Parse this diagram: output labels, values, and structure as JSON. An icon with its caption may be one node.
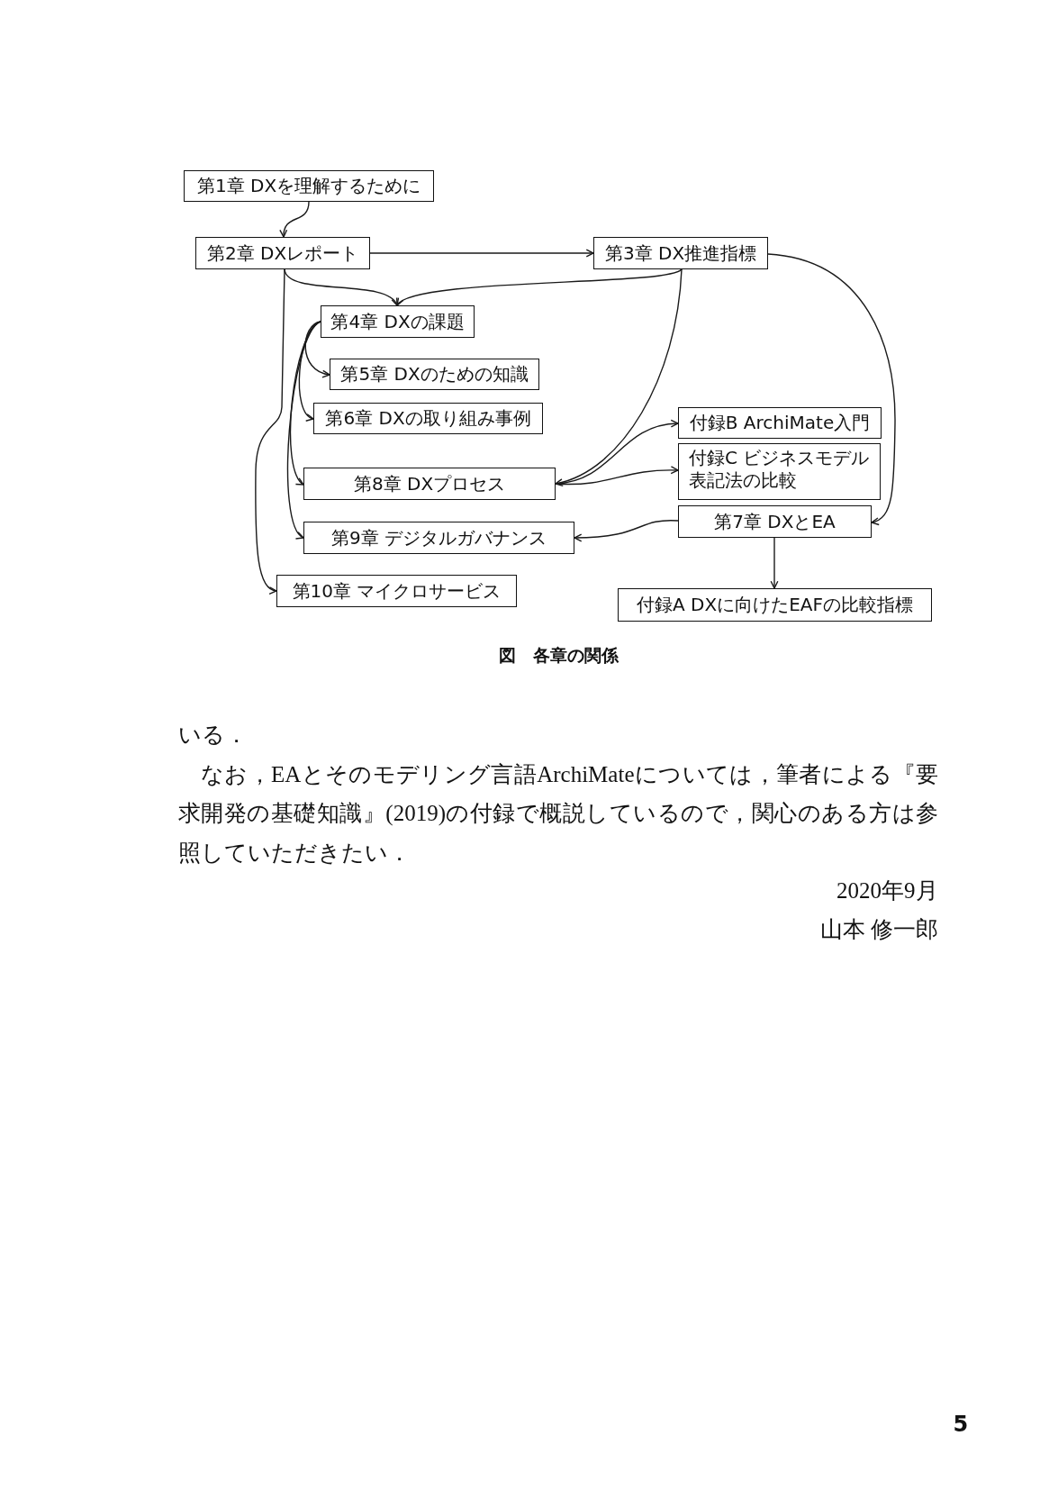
{
  "diagram": {
    "caption": "図　各章の関係",
    "nodes": [
      {
        "text": [
          "第1章 DXを理解するために"
        ]
      },
      {
        "text": [
          "第2章 DXレポート"
        ]
      },
      {
        "text": [
          "第3章 DX推進指標"
        ]
      },
      {
        "text": [
          "第4章 DXの課題"
        ]
      },
      {
        "text": [
          "第5章 DXのための知識"
        ]
      },
      {
        "text": [
          "第6章 DXの取り組み事例"
        ]
      },
      {
        "text": [
          "付録B ArchiMate入門"
        ]
      },
      {
        "text": [
          "付録C ビジネスモデル表記法の比較"
        ]
      },
      {
        "text": [
          "第8章 DXプロセス"
        ]
      },
      {
        "text": [
          "第7章 DXとEA"
        ]
      },
      {
        "text": [
          "第9章 デジタルガバナンス"
        ]
      },
      {
        "text": [
          "第10章 マイクロサービス"
        ]
      },
      {
        "text": [
          "付録A DXに向けたEAFの比較指標"
        ]
      }
    ],
    "edges": [
      {
        "from": 0,
        "to": 1,
        "arrow": "to"
      },
      {
        "from": 1,
        "to": 2,
        "arrow": "to"
      },
      {
        "from": 1,
        "to": 3,
        "arrow": "to"
      },
      {
        "from": 2,
        "to": 3,
        "arrow": "to"
      },
      {
        "from": 1,
        "to": 11,
        "arrow": "to"
      },
      {
        "from": 3,
        "to": 4,
        "arrow": "to"
      },
      {
        "from": 3,
        "to": 5,
        "arrow": "to"
      },
      {
        "from": 3,
        "to": 8,
        "arrow": "to"
      },
      {
        "from": 3,
        "to": 10,
        "arrow": "to"
      },
      {
        "from": 2,
        "to": 8,
        "arrow": "to"
      },
      {
        "from": 8,
        "to": 6,
        "arrow": "to"
      },
      {
        "from": 8,
        "to": 7,
        "arrow": "to"
      },
      {
        "from": 2,
        "to": 9,
        "arrow": "to"
      },
      {
        "from": 9,
        "to": 10,
        "arrow": "to"
      },
      {
        "from": 9,
        "to": 12,
        "arrow": "to"
      }
    ],
    "labels": [
      "いる．",
      "なお，EAとそのモデリング言語ArchiMateについては，筆者による『要求開発の基礎知識』(2019)の付録で概説しているので，関心のある方は参照していただきたい．",
      "2020年9月",
      "山本 修一郎",
      "5"
    ]
  }
}
